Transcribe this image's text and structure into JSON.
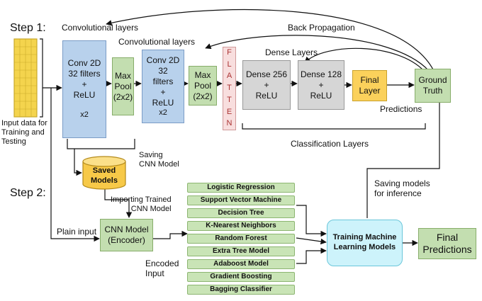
{
  "steps": {
    "step1": "Step 1:",
    "step2": "Step 2:"
  },
  "input_label": "Input data for\nTraining and\nTesting",
  "conv_block_1": {
    "header": "Convolutional layers",
    "conv": "Conv 2D\n32 filters\n+\nReLU",
    "repeat": "x2"
  },
  "conv_block_2": {
    "header": "Convolutional layers",
    "conv": "Conv 2D\n32\nfilters\n+\nReLU",
    "repeat": "x2"
  },
  "max_pool": "Max\nPool\n(2x2)",
  "flatten_letters": [
    "F",
    "L",
    "A",
    "T",
    "T",
    "E",
    "N"
  ],
  "back_propagation": "Back Propagation",
  "dense_layers_label": "Dense Layers",
  "dense_256": "Dense 256\n+\nReLU",
  "dense_128": "Dense 128\n+\nReLU",
  "final_layer": "Final\nLayer",
  "ground_truth": "Ground\nTruth",
  "predictions": "Predictions",
  "classification_layers": "Classification Layers",
  "saving_cnn": "Saving\nCNN Model",
  "saved_models": "Saved\nModels",
  "importing_trained": "Importing Trained\nCNN Model",
  "plain_input": "Plain input",
  "cnn_encoder": "CNN Model\n(Encoder)",
  "encoded_input": "Encoded\nInput",
  "ml_models": [
    "Logistic Regression",
    "Support Vector Machine",
    "Decision Tree",
    "K-Nearest Neighbors",
    "Random Forest",
    "Extra Tree Model",
    "Adaboost Model",
    "Gradient Boosting",
    "Bagging Classifier"
  ],
  "training_ml": "Training Machine\nLearning Models",
  "saving_models_inference": "Saving models\nfor inference",
  "final_predictions": "Final\nPredictions",
  "colors": {
    "conv_blue": "#b8d1ec",
    "pool_green": "#c3deb0",
    "flatten_pink": "#f8dede",
    "dense_gray": "#d6d6d6",
    "final_yellow": "#fbd15b",
    "saved_yellow": "#f7c948",
    "training_cyan": "#cdf3fb",
    "input_yellow": "#f4d44d"
  }
}
